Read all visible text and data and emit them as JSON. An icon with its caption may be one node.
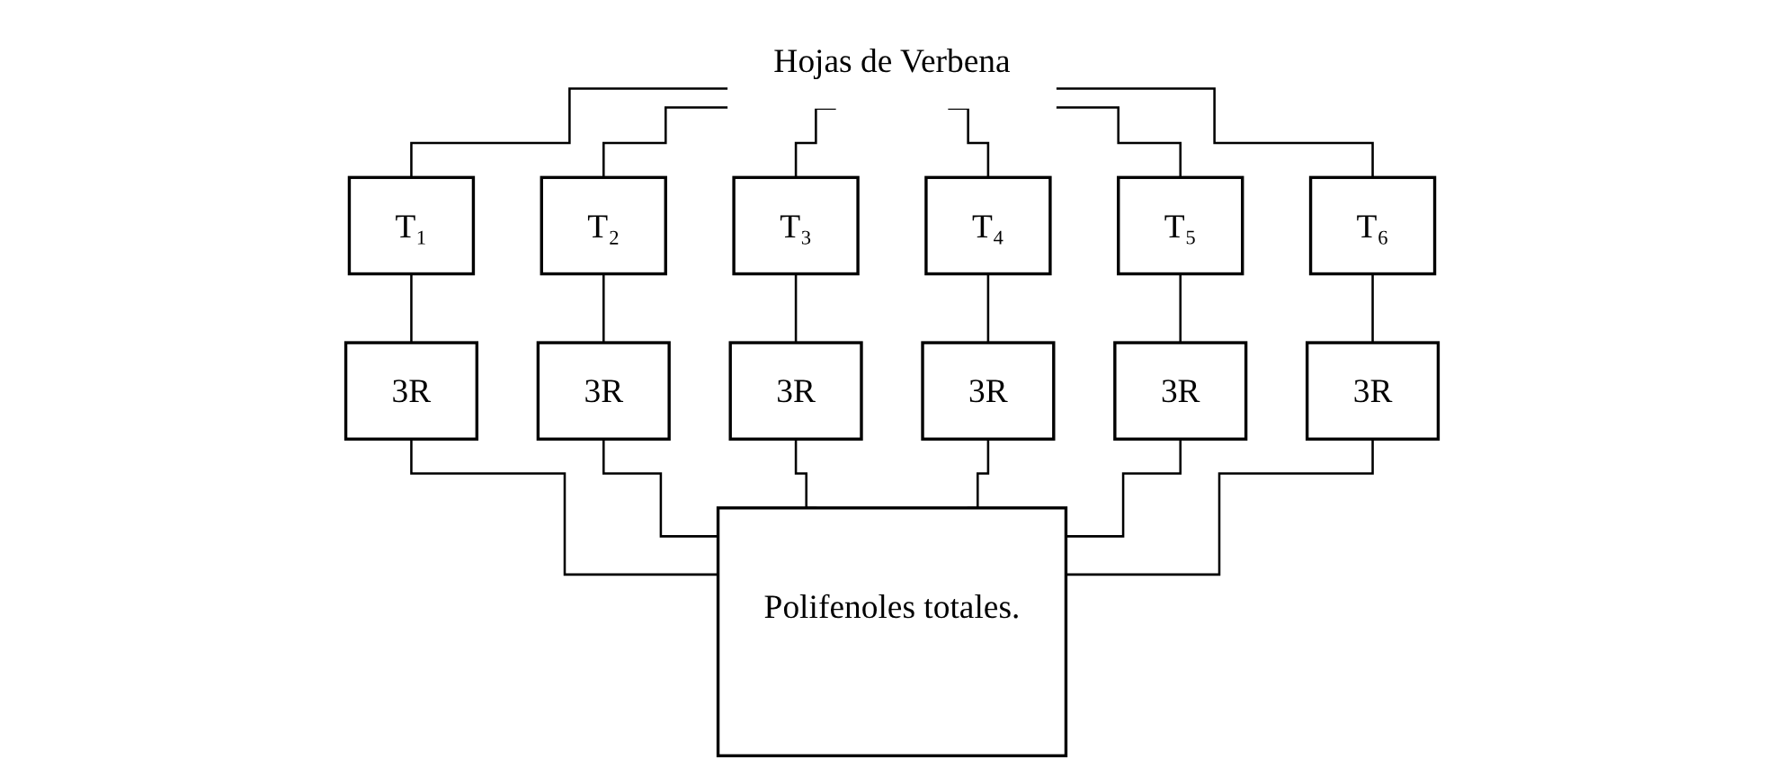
{
  "diagram": {
    "nodes": [
      {
        "text": [
          "Hojas de Verbena"
        ]
      },
      {
        "text": [
          "T₁"
        ]
      },
      {
        "text": [
          "T₂"
        ]
      },
      {
        "text": [
          "T₃"
        ]
      },
      {
        "text": [
          "T₄"
        ]
      },
      {
        "text": [
          "T₅"
        ]
      },
      {
        "text": [
          "T₆"
        ]
      },
      {
        "text": [
          "3R"
        ]
      },
      {
        "text": [
          "3R"
        ]
      },
      {
        "text": [
          "3R"
        ]
      },
      {
        "text": [
          "3R"
        ]
      },
      {
        "text": [
          "3R"
        ]
      },
      {
        "text": [
          "3R"
        ]
      },
      {
        "text": [
          "Polifenoles totales."
        ]
      }
    ],
    "edges": [
      {
        "from": 0,
        "to": 1,
        "arrow": "none"
      },
      {
        "from": 0,
        "to": 2,
        "arrow": "none"
      },
      {
        "from": 0,
        "to": 3,
        "arrow": "none"
      },
      {
        "from": 0,
        "to": 4,
        "arrow": "none"
      },
      {
        "from": 0,
        "to": 5,
        "arrow": "none"
      },
      {
        "from": 0,
        "to": 6,
        "arrow": "none"
      },
      {
        "from": 1,
        "to": 7,
        "arrow": "none"
      },
      {
        "from": 2,
        "to": 8,
        "arrow": "none"
      },
      {
        "from": 3,
        "to": 9,
        "arrow": "none"
      },
      {
        "from": 4,
        "to": 10,
        "arrow": "none"
      },
      {
        "from": 5,
        "to": 11,
        "arrow": "none"
      },
      {
        "from": 6,
        "to": 12,
        "arrow": "none"
      },
      {
        "from": 7,
        "to": 13,
        "arrow": "none"
      },
      {
        "from": 8,
        "to": 13,
        "arrow": "none"
      },
      {
        "from": 9,
        "to": 13,
        "arrow": "none"
      },
      {
        "from": 10,
        "to": 13,
        "arrow": "none"
      },
      {
        "from": 11,
        "to": 13,
        "arrow": "none"
      },
      {
        "from": 12,
        "to": 13,
        "arrow": "none"
      }
    ]
  }
}
